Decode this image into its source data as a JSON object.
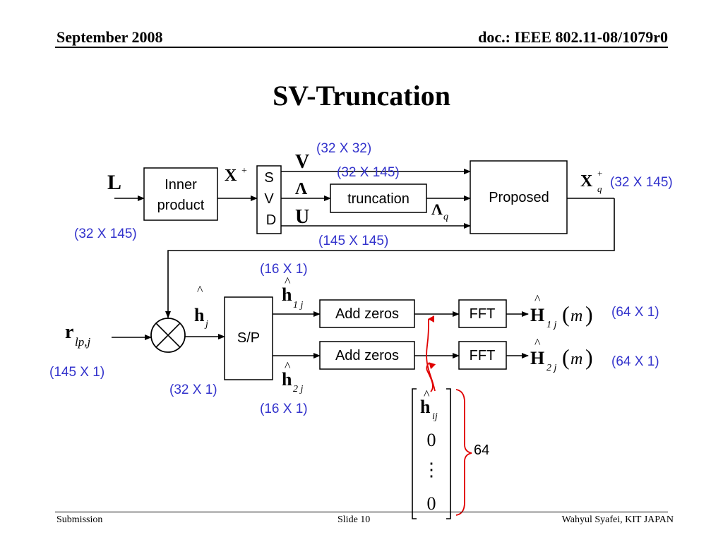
{
  "header": {
    "date": "September 2008",
    "doc": "doc.: IEEE 802.11-08/1079r0"
  },
  "title": "SV-Truncation",
  "footer": {
    "left": "Submission",
    "center": "Slide 10",
    "right": "Wahyul Syafei, KIT JAPAN"
  },
  "blocks": {
    "inner_product": [
      "Inner",
      "product"
    ],
    "svd": [
      "S",
      "V",
      "D"
    ],
    "truncation": "truncation",
    "proposed": "Proposed",
    "sp": "S/P",
    "add_zeros": "Add zeros",
    "fft": "FFT"
  },
  "symbols": {
    "L": "L",
    "X": "X",
    "plus": "+",
    "V": "V",
    "Lambda": "Λ",
    "U": "U",
    "Lambda_q_sub": "q",
    "Xq_sub": "q",
    "r": "r",
    "r_sub": "lp,j",
    "h": "h",
    "hat": "^",
    "hj_sub": "j",
    "h1j_sub": "1 j",
    "h2j_sub": "2 j",
    "hij_sub": "ij",
    "H": "H",
    "H1j_sub": "1 j",
    "H2j_sub": "2 j",
    "m_arg": "m",
    "zero": "0",
    "vdots": "⋮"
  },
  "dimensions": {
    "V": "(32 X 32)",
    "Lambda": "(32 X 145)",
    "U": "(145 X 145)",
    "Xq": "(32 X 145)",
    "L": "(32 X 145)",
    "h1j": "(16 X 1)",
    "h2j": "(16 X 1)",
    "H1": "(64 X 1)",
    "H2": "(64 X 1)",
    "r": "(145 X 1)",
    "hj": "(32 X 1)"
  },
  "brace_label": "64",
  "colors": {
    "dimension_text": "#3333cc",
    "zero_pad_marker": "#e00000"
  }
}
